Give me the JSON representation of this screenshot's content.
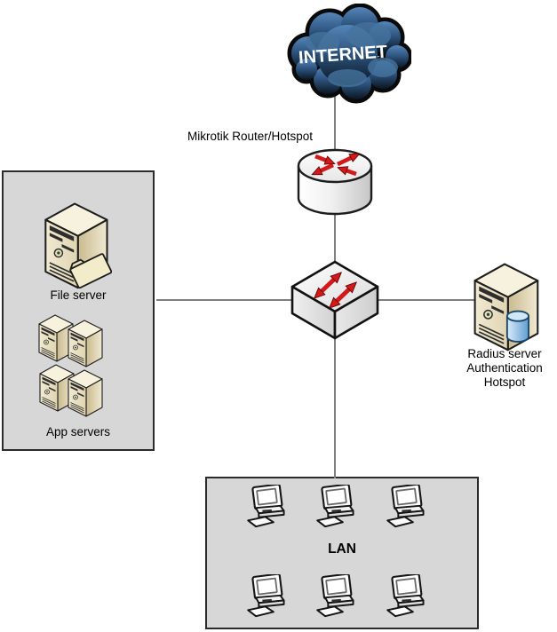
{
  "labels": {
    "internet": "INTERNET",
    "router": "Mikrotik Router/Hotspot",
    "file_server": "File server",
    "app_servers": "App servers",
    "radius_line1": "Radius server",
    "radius_line2": "Authentication",
    "radius_line3": "Hotspot",
    "lan": "LAN"
  },
  "icons": {
    "internet": "cloud-icon",
    "router": "router-cylinder-icon",
    "switch": "lan-switch-icon",
    "file_server": "tower-server-folder-icon",
    "app_servers": "tower-server-stack-icon",
    "radius_server": "tower-server-database-icon",
    "workstation": "desktop-computer-icon"
  },
  "colors": {
    "cloud_top": "#5585b8",
    "cloud_mid": "#2e5681",
    "cloud_bottom": "#0a1522",
    "arrow_red": "#d31919",
    "server_front": "#ece3c6",
    "server_side": "#cdbf96",
    "server_top": "#f7f2dd",
    "database_blue": "#8fc0e8",
    "zone_fill": "#d7d7d7",
    "zone_border": "#2b2b2b",
    "connector_gray": "#7f7f7f",
    "background": "#ffffff"
  },
  "topology": {
    "nodes": [
      {
        "id": "internet",
        "type": "cloud",
        "label": "INTERNET"
      },
      {
        "id": "router",
        "type": "router",
        "label": "Mikrotik Router/Hotspot"
      },
      {
        "id": "switch",
        "type": "switch",
        "label": ""
      },
      {
        "id": "file-server",
        "type": "tower-server",
        "label": "File server",
        "zone": "server-zone"
      },
      {
        "id": "app-servers",
        "type": "tower-server-group",
        "label": "App servers",
        "zone": "server-zone",
        "server_count": 4
      },
      {
        "id": "radius-server",
        "type": "tower-server-database",
        "label": "Radius server Authentication Hotspot"
      },
      {
        "id": "lan",
        "type": "workstation-group",
        "label": "LAN",
        "workstation_count": 6
      }
    ],
    "edges": [
      {
        "from": "internet",
        "to": "router"
      },
      {
        "from": "router",
        "to": "switch"
      },
      {
        "from": "server-zone",
        "to": "switch"
      },
      {
        "from": "switch",
        "to": "radius-server"
      },
      {
        "from": "switch",
        "to": "lan"
      }
    ]
  }
}
